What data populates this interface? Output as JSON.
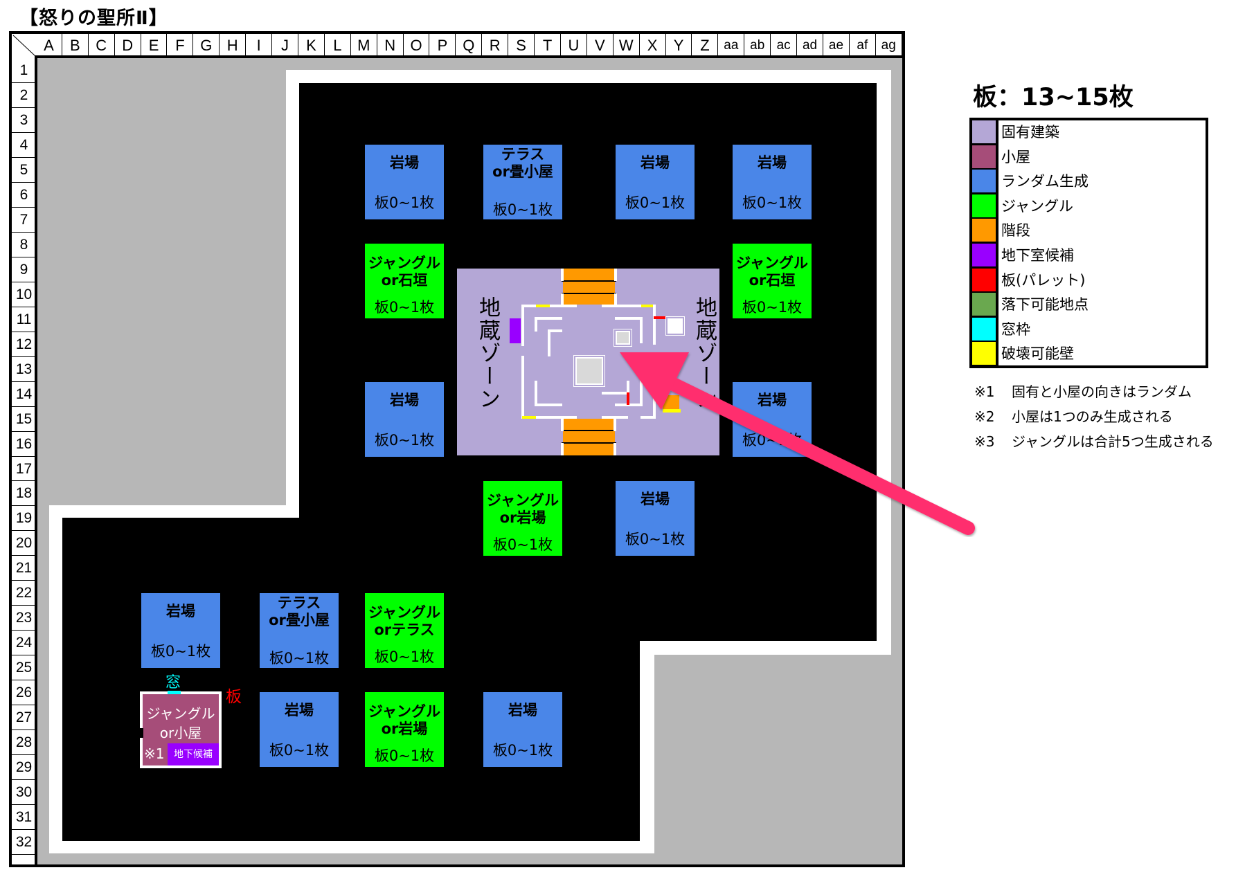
{
  "title": "【怒りの聖所Ⅱ】",
  "grid": {
    "columns": [
      "A",
      "B",
      "C",
      "D",
      "E",
      "F",
      "G",
      "H",
      "I",
      "J",
      "K",
      "L",
      "M",
      "N",
      "O",
      "P",
      "Q",
      "R",
      "S",
      "T",
      "U",
      "V",
      "W",
      "X",
      "Y",
      "Z",
      "aa",
      "ab",
      "ac",
      "ad",
      "ae",
      "af",
      "ag"
    ],
    "rows": [
      "1",
      "2",
      "3",
      "4",
      "5",
      "6",
      "7",
      "8",
      "9",
      "10",
      "11",
      "12",
      "13",
      "14",
      "15",
      "16",
      "17",
      "18",
      "19",
      "20",
      "21",
      "22",
      "23",
      "24",
      "25",
      "26",
      "27",
      "28",
      "29",
      "30",
      "31",
      "32"
    ]
  },
  "blocks": [
    {
      "kind": "random",
      "title": "岩場",
      "pallet": "板0~1枚"
    },
    {
      "kind": "random",
      "title": "テラス\nor畳小屋",
      "pallet": "板0~1枚"
    },
    {
      "kind": "random",
      "title": "岩場",
      "pallet": "板0~1枚"
    },
    {
      "kind": "random",
      "title": "岩場",
      "pallet": "板0~1枚"
    },
    {
      "kind": "jungle",
      "title": "ジャングル\nor石垣",
      "pallet": "板0~1枚"
    },
    {
      "kind": "jungle",
      "title": "ジャングル\nor石垣",
      "pallet": "板0~1枚"
    },
    {
      "kind": "random",
      "title": "岩場",
      "pallet": "板0~1枚"
    },
    {
      "kind": "random",
      "title": "岩場",
      "pallet": "板0~1枚"
    },
    {
      "kind": "jungle",
      "title": "ジャングル\nor岩場",
      "pallet": "板0~1枚"
    },
    {
      "kind": "random",
      "title": "岩場",
      "pallet": "板0~1枚"
    },
    {
      "kind": "random",
      "title": "岩場",
      "pallet": "板0~1枚"
    },
    {
      "kind": "random",
      "title": "テラス\nor畳小屋",
      "pallet": "板0~1枚"
    },
    {
      "kind": "jungle",
      "title": "ジャングル\norテラス",
      "pallet": "板0~1枚"
    },
    {
      "kind": "random",
      "title": "岩場",
      "pallet": "板0~1枚"
    },
    {
      "kind": "jungle",
      "title": "ジャングル\nor岩場",
      "pallet": "板0~1枚"
    },
    {
      "kind": "random",
      "title": "岩場",
      "pallet": "板0~1枚"
    }
  ],
  "shack": {
    "title": "ジャングル\nor小屋",
    "note_mark": "※1",
    "basement_label": "地下候補",
    "window_label": "窓",
    "pallet_label": "板"
  },
  "central": {
    "left_zone": "地蔵ゾーン",
    "right_zone": "地蔵ゾーン"
  },
  "legend": {
    "title": "板：13~15枚",
    "items": [
      {
        "label": "固有建築",
        "color": "#b4a7d6"
      },
      {
        "label": "小屋",
        "color": "#a64d79"
      },
      {
        "label": "ランダム生成",
        "color": "#4a86e8"
      },
      {
        "label": "ジャングル",
        "color": "#00ff00"
      },
      {
        "label": "階段",
        "color": "#ff9900"
      },
      {
        "label": "地下室候補",
        "color": "#9900ff"
      },
      {
        "label": "板(パレット)",
        "color": "#ff0000"
      },
      {
        "label": "落下可能地点",
        "color": "#6aa84f"
      },
      {
        "label": "窓枠",
        "color": "#00ffff"
      },
      {
        "label": "破壊可能壁",
        "color": "#ffff00"
      }
    ]
  },
  "notes": [
    {
      "mark": "※1",
      "text": "固有と小屋の向きはランダム"
    },
    {
      "mark": "※2",
      "text": "小屋は1つのみ生成される"
    },
    {
      "mark": "※3",
      "text": "ジャングルは合計5つ生成される"
    }
  ],
  "colors": {
    "arrow": "#ff2d6e",
    "outside": "#b7b7b7",
    "floor": "#000000",
    "boundary": "#ffffff"
  }
}
